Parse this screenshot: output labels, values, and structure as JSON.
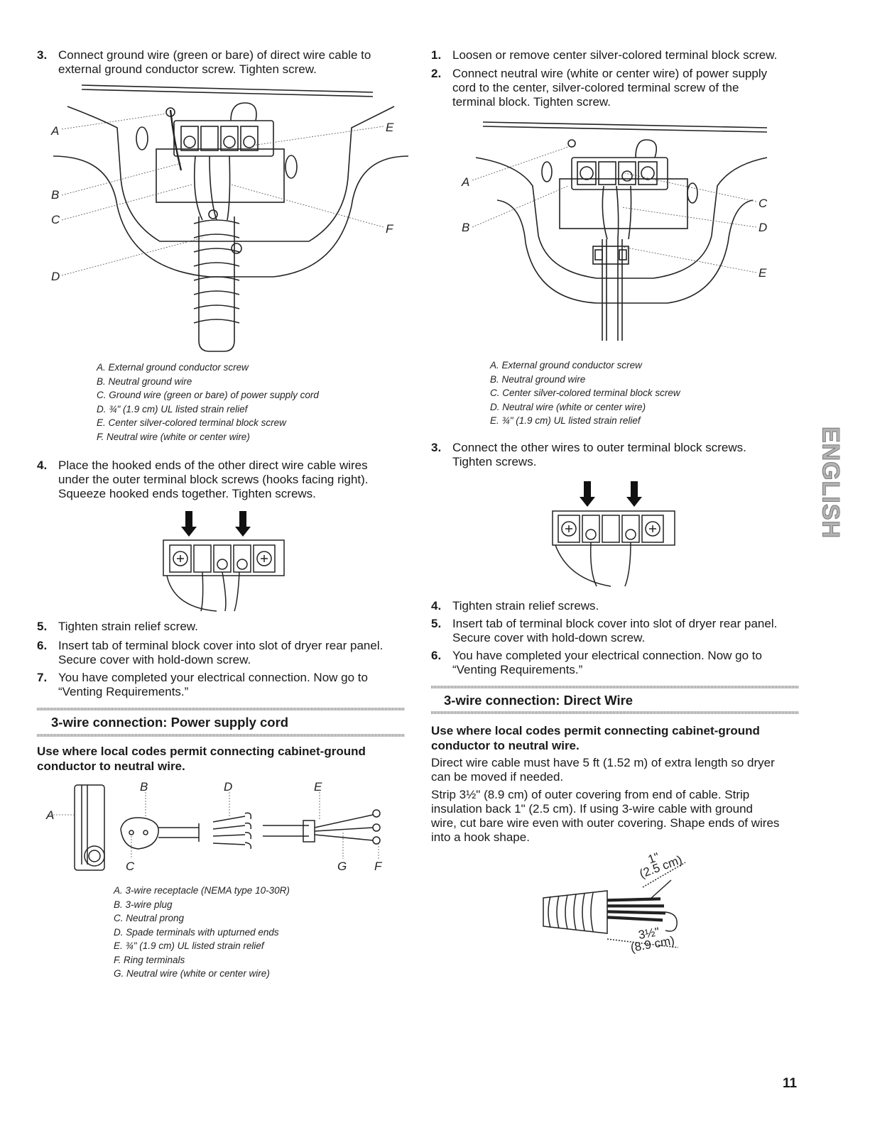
{
  "left": {
    "step3": {
      "num": "3.",
      "lines": [
        "Connect ground wire (green or bare) of direct wire cable to",
        "external ground conductor screw. Tighten screw."
      ]
    },
    "fig1": {
      "callouts": {
        "A": "A",
        "B": "B",
        "C": "C",
        "D": "D",
        "E": "E",
        "F": "F"
      },
      "legend": [
        "A. External ground conductor screw",
        "B. Neutral ground wire",
        "C. Ground wire (green or bare) of power supply cord",
        "D. ¾\" (1.9 cm) UL listed strain relief",
        "E. Center silver-colored terminal block screw",
        "F. Neutral wire (white or center wire)"
      ]
    },
    "step4": {
      "num": "4.",
      "lines": [
        "Place the hooked ends of the other direct wire cable wires",
        "under the outer terminal block screws (hooks facing right).",
        "Squeeze hooked ends together. Tighten screws."
      ]
    },
    "step5": {
      "num": "5.",
      "lines": [
        "Tighten strain relief screw."
      ]
    },
    "step6": {
      "num": "6.",
      "lines": [
        "Insert tab of terminal block cover into slot of dryer rear panel.",
        "Secure cover with hold-down screw."
      ]
    },
    "step7": {
      "num": "7.",
      "lines": [
        "You have completed your electrical connection. Now go to",
        "“Venting Requirements.”"
      ]
    },
    "section_title": "3-wire connection: Power supply cord",
    "intro_bold": [
      "Use where local codes permit connecting cabinet-ground",
      "conductor to neutral wire."
    ],
    "fig3": {
      "callouts": {
        "A": "A",
        "B": "B",
        "C": "C",
        "D": "D",
        "E": "E",
        "F": "F",
        "G": "G"
      },
      "legend": [
        "A. 3-wire receptacle (NEMA type 10-30R)",
        "B. 3-wire plug",
        "C. Neutral prong",
        "D. Spade terminals with upturned ends",
        "E. ¾\" (1.9 cm) UL listed strain relief",
        "F. Ring terminals",
        "G. Neutral wire (white or center wire)"
      ]
    }
  },
  "right": {
    "step1": {
      "num": "1.",
      "lines": [
        "Loosen or remove center silver-colored terminal block screw."
      ]
    },
    "step2": {
      "num": "2.",
      "lines": [
        "Connect neutral wire (white or center wire) of power supply",
        "cord to the center, silver-colored terminal screw of the",
        "terminal block. Tighten screw."
      ]
    },
    "fig4": {
      "callouts": {
        "A": "A",
        "B": "B",
        "C": "C",
        "D": "D",
        "E": "E"
      },
      "legend": [
        "A. External ground conductor screw",
        "B. Neutral ground wire",
        "C. Center silver-colored terminal block screw",
        "D. Neutral wire (white or center wire)",
        "E. ¾\" (1.9 cm) UL listed strain relief"
      ]
    },
    "step3": {
      "num": "3.",
      "lines": [
        "Connect the other wires to outer terminal block screws.",
        "Tighten screws."
      ]
    },
    "step4": {
      "num": "4.",
      "lines": [
        "Tighten strain relief screws."
      ]
    },
    "step5": {
      "num": "5.",
      "lines": [
        "Insert tab of terminal block cover into slot of dryer rear panel.",
        "Secure cover with hold-down screw."
      ]
    },
    "step6": {
      "num": "6.",
      "lines": [
        "You have completed your electrical connection. Now go to",
        "“Venting Requirements.”"
      ]
    },
    "section_title": "3-wire connection: Direct Wire",
    "intro_bold": [
      "Use where local codes permit connecting cabinet-ground",
      "conductor to neutral wire."
    ],
    "para1": [
      "Direct wire cable must have 5 ft (1.52 m) of extra length so dryer",
      "can be moved if needed."
    ],
    "para2": [
      "Strip 3½\" (8.9 cm) of outer covering from end of cable. Strip",
      "insulation back 1\" (2.5 cm). If using 3-wire cable with ground",
      "wire, cut bare wire even with outer covering. Shape ends of wires",
      "into a hook shape."
    ],
    "fig6": {
      "dim1_top": "1\"",
      "dim1_bottom": "(2.5 cm)",
      "dim2_top": "3½\"",
      "dim2_bottom": "(8.9 cm)"
    }
  },
  "side_tab": "ENGLISH",
  "page_number": "11"
}
